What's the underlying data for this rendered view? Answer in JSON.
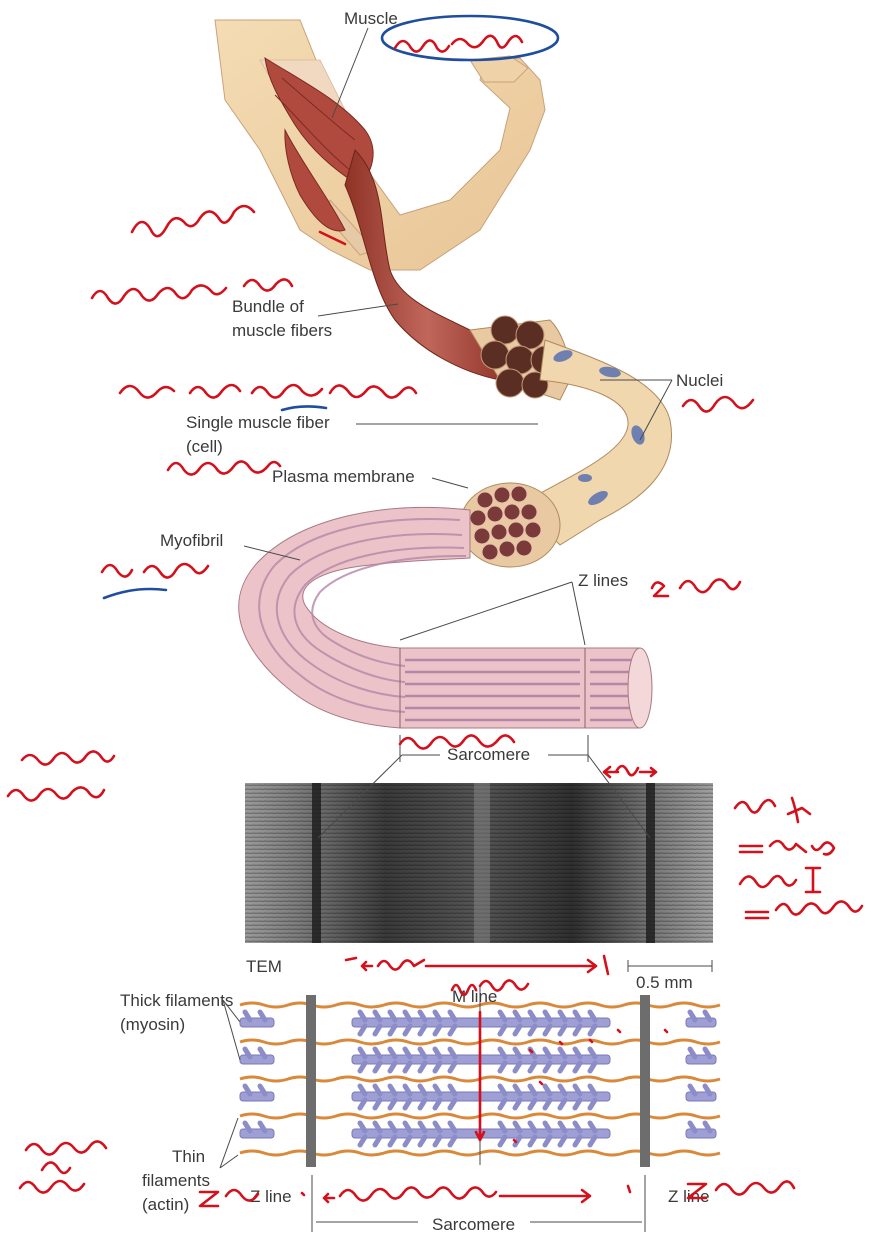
{
  "labels": {
    "muscle": "Muscle",
    "bundle_line1": "Bundle of",
    "bundle_line2": "muscle fibers",
    "nuclei": "Nuclei",
    "single_line1": "Single muscle fiber",
    "single_line2": "(cell)",
    "plasma_membrane": "Plasma membrane",
    "myofibril": "Myofibril",
    "z_lines": "Z lines",
    "sarcomere_top": "Sarcomere",
    "tem": "TEM",
    "scale_bar": "0.5 mm",
    "m_line": "M line",
    "thick_line1": "Thick filaments",
    "thick_line2": "(myosin)",
    "thin_line1": "Thin",
    "thin_line2": "filaments",
    "thin_line3": "(actin)",
    "z_line_left": "Z line",
    "z_line_right": "Z line",
    "sarcomere_bottom": "Sarcomere"
  },
  "colors": {
    "muscle_red": "#a5463a",
    "muscle_light": "#e6c7a0",
    "myofibril_pink": "#e7bcc4",
    "myosin_purple": "#9f9fd6",
    "actin_orange": "#d9893a",
    "z_disc_gray": "#6d6d6d",
    "annotation_red": "#d4101c",
    "annotation_blue": "#1f4e9e"
  }
}
